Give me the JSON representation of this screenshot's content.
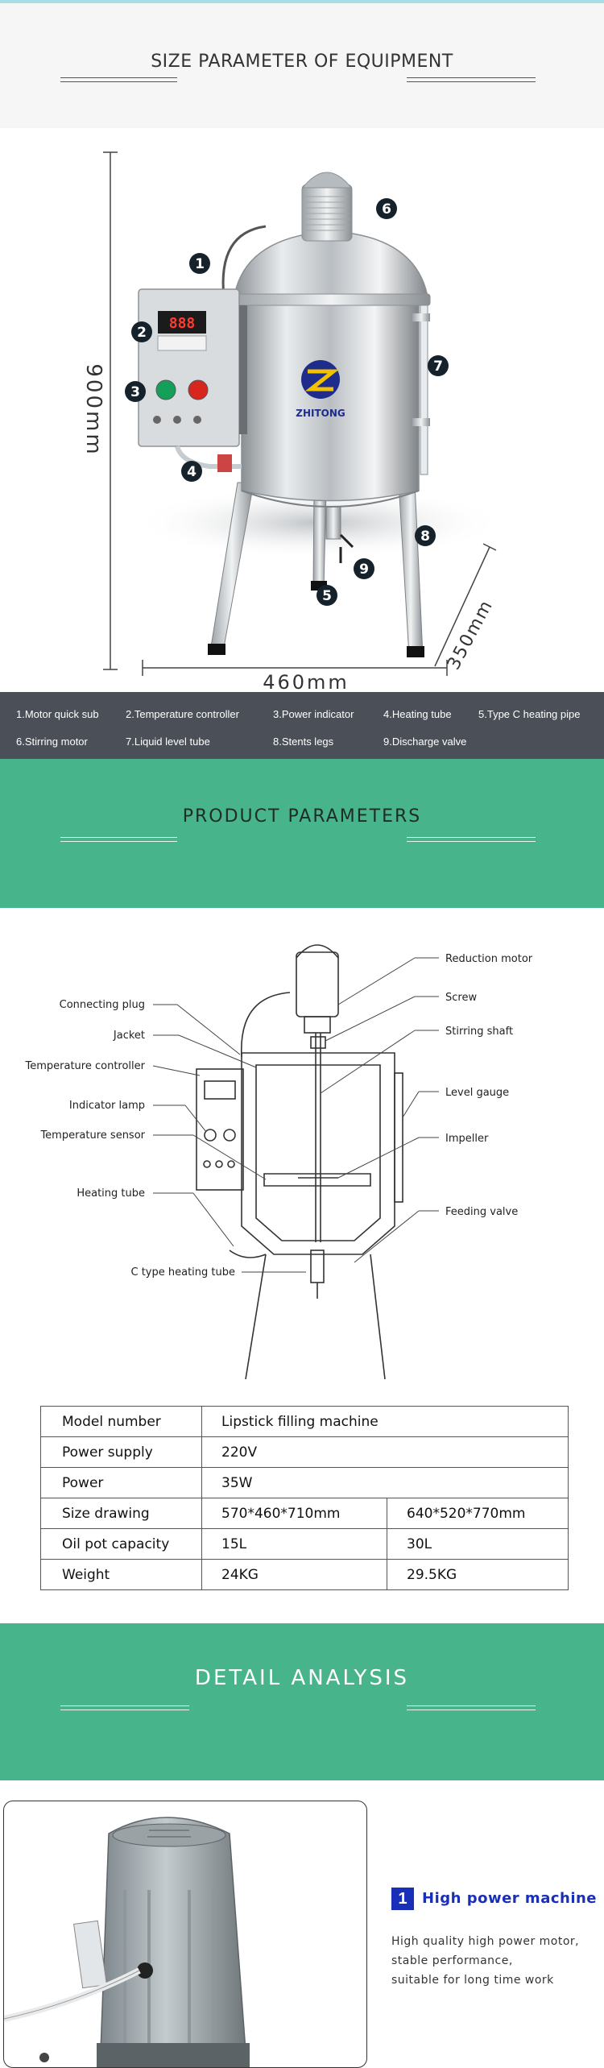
{
  "equipment_section": {
    "title": "SIZE PARAMETER OF EQUIPMENT",
    "dimensions": {
      "height": "900mm",
      "width": "460mm",
      "depth": "350mm"
    },
    "brand": "ZHITONG",
    "display_value": "888",
    "callout_numbers": [
      "1",
      "2",
      "3",
      "4",
      "5",
      "6",
      "7",
      "8",
      "9"
    ],
    "legend": [
      "1.Motor quick sub",
      "2.Temperature controller",
      "3.Power indicator",
      "4.Heating tube",
      "5.Type C heating pipe",
      "6.Stirring motor",
      "7.Liquid level tube",
      "8.Stents legs",
      "9.Discharge valve"
    ]
  },
  "product_parameters": {
    "title": "PRODUCT  PARAMETERS",
    "diagram_labels": {
      "reduction_motor": "Reduction motor",
      "screw": "Screw",
      "stirring_shaft": "Stirring shaft",
      "level_gauge": "Level gauge",
      "impeller": "Impeller",
      "feeding_valve": "Feeding valve",
      "connecting_plug": "Connecting plug",
      "jacket": "Jacket",
      "temperature_controller": "Temperature controller",
      "indicator_lamp": "Indicator lamp",
      "temperature_sensor": "Temperature sensor",
      "heating_tube": "Heating tube",
      "c_type_heating_tube": "C type heating tube"
    },
    "table": [
      [
        "Model number",
        "Lipstick filling machine"
      ],
      [
        "Power supply",
        "220V"
      ],
      [
        "Power",
        "35W"
      ],
      [
        "Size drawing",
        "570*460*710mm",
        "640*520*770mm"
      ],
      [
        "Oil pot capacity",
        "15L",
        "30L"
      ],
      [
        "Weight",
        "24KG",
        "29.5KG"
      ]
    ]
  },
  "detail_analysis": {
    "title": "DETAIL ANALYSIS",
    "feature": {
      "number": "1",
      "title": "High power machine",
      "desc_lines": [
        "High quality high power motor,",
        "stable performance,",
        "suitable for long time work"
      ]
    }
  },
  "colors": {
    "green": "#47b48c",
    "legend_bg": "#4a4f58",
    "feature_blue": "#1a2fb8"
  }
}
